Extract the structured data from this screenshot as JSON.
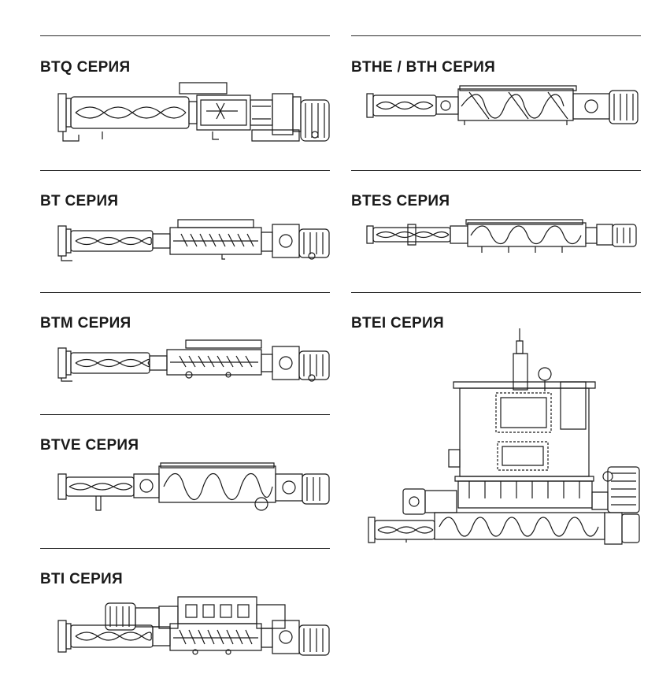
{
  "series": [
    {
      "id": "btq",
      "title": "BTQ СЕРИЯ"
    },
    {
      "id": "bthe",
      "title": "BTHE / BTH СЕРИЯ"
    },
    {
      "id": "bt",
      "title": "BT СЕРИЯ"
    },
    {
      "id": "btes",
      "title": "BTES СЕРИЯ"
    },
    {
      "id": "btm",
      "title": "BTM СЕРИЯ"
    },
    {
      "id": "btei",
      "title": "BTEI СЕРИЯ"
    },
    {
      "id": "btve",
      "title": "BTVE СЕРИЯ"
    },
    {
      "id": "bti",
      "title": "BTI СЕРИЯ"
    }
  ],
  "colors": {
    "line": "#1a1a1a",
    "rule": "#2a2a2a",
    "background": "#ffffff"
  },
  "drawing_style": "technical line drawing"
}
